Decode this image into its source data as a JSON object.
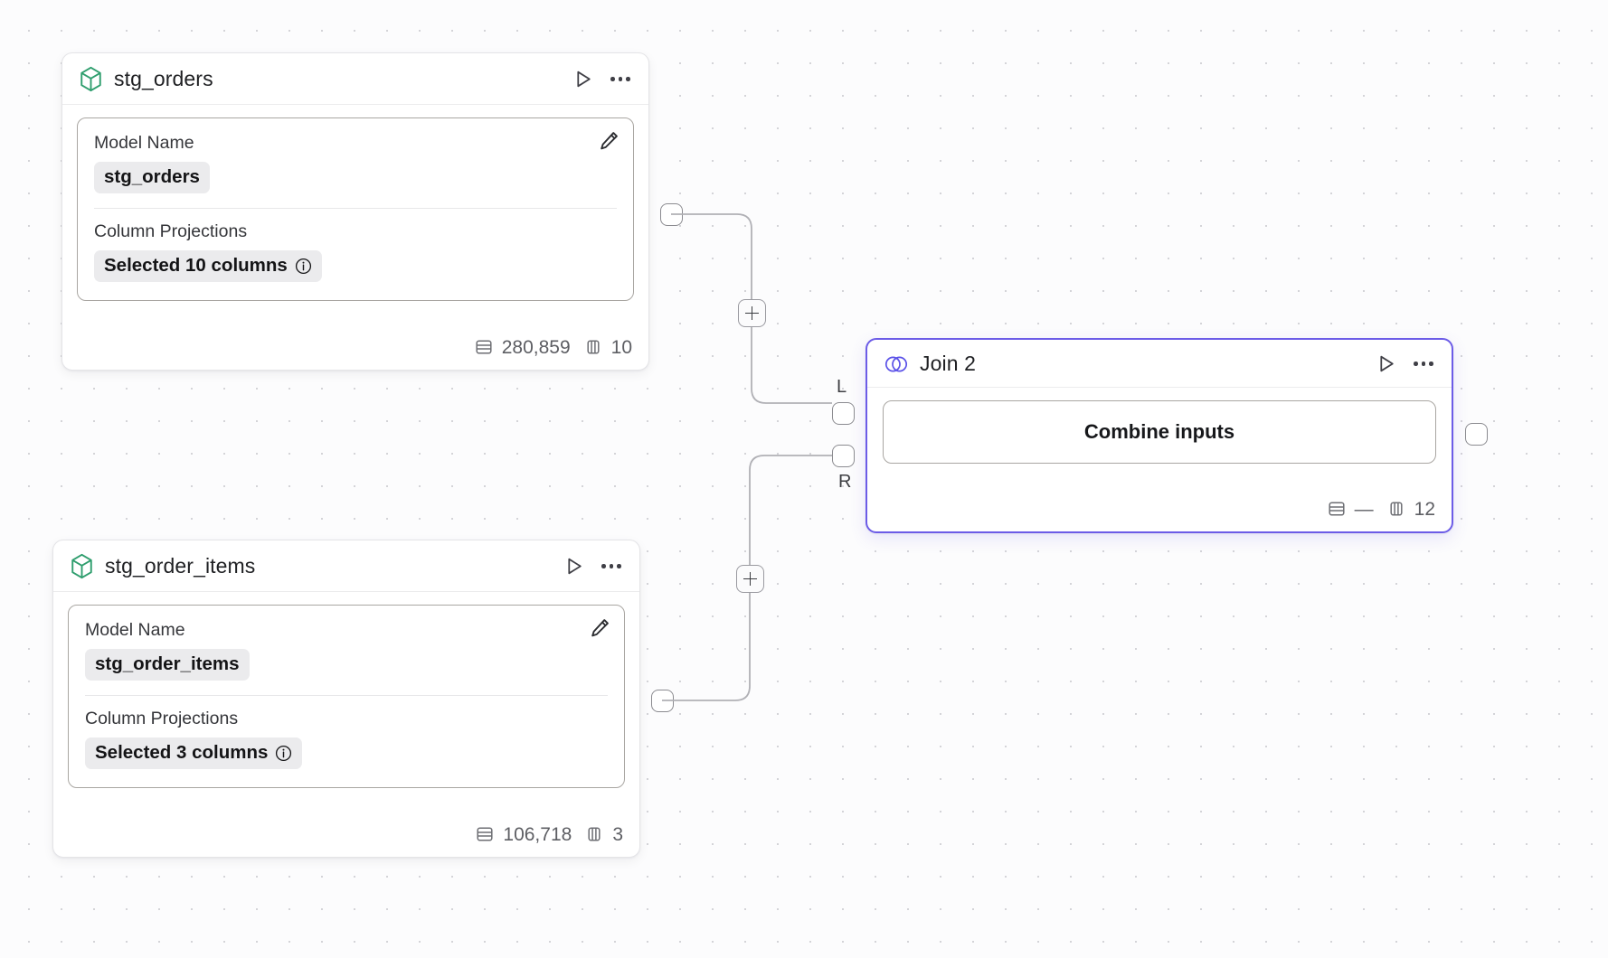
{
  "canvas": {
    "background_color": "#fcfcfd",
    "dot_color": "#d4d4d8",
    "accent_color": "#6c5ce7",
    "model_icon_color": "#2f9e6e"
  },
  "nodes": [
    {
      "id": "stg_orders",
      "type": "model",
      "icon": "cube-icon",
      "title": "stg_orders",
      "fields": {
        "model_name_label": "Model Name",
        "model_name_value": "stg_orders",
        "column_projections_label": "Column Projections",
        "column_projections_value": "Selected 10 columns"
      },
      "stats": {
        "rows": "280,859",
        "columns": "10"
      },
      "actions": {
        "run": "run-icon",
        "more": "more-icon",
        "edit": "edit-icon",
        "info": "info-icon"
      }
    },
    {
      "id": "stg_order_items",
      "type": "model",
      "icon": "cube-icon",
      "title": "stg_order_items",
      "fields": {
        "model_name_label": "Model Name",
        "model_name_value": "stg_order_items",
        "column_projections_label": "Column Projections",
        "column_projections_value": "Selected 3 columns"
      },
      "stats": {
        "rows": "106,718",
        "columns": "3"
      },
      "actions": {
        "run": "run-icon",
        "more": "more-icon",
        "edit": "edit-icon",
        "info": "info-icon"
      }
    },
    {
      "id": "join_2",
      "type": "join",
      "icon": "venn-icon",
      "title": "Join 2",
      "selected": true,
      "body_button": "Combine inputs",
      "stats": {
        "rows": "—",
        "columns": "12"
      },
      "ports": {
        "left_label": "L",
        "right_label": "R"
      },
      "actions": {
        "run": "run-icon",
        "more": "more-icon"
      }
    }
  ],
  "edges": [
    {
      "from": "stg_orders",
      "to": "join_2",
      "to_port": "L",
      "add_button": "+"
    },
    {
      "from": "stg_order_items",
      "to": "join_2",
      "to_port": "R",
      "add_button": "+"
    }
  ]
}
